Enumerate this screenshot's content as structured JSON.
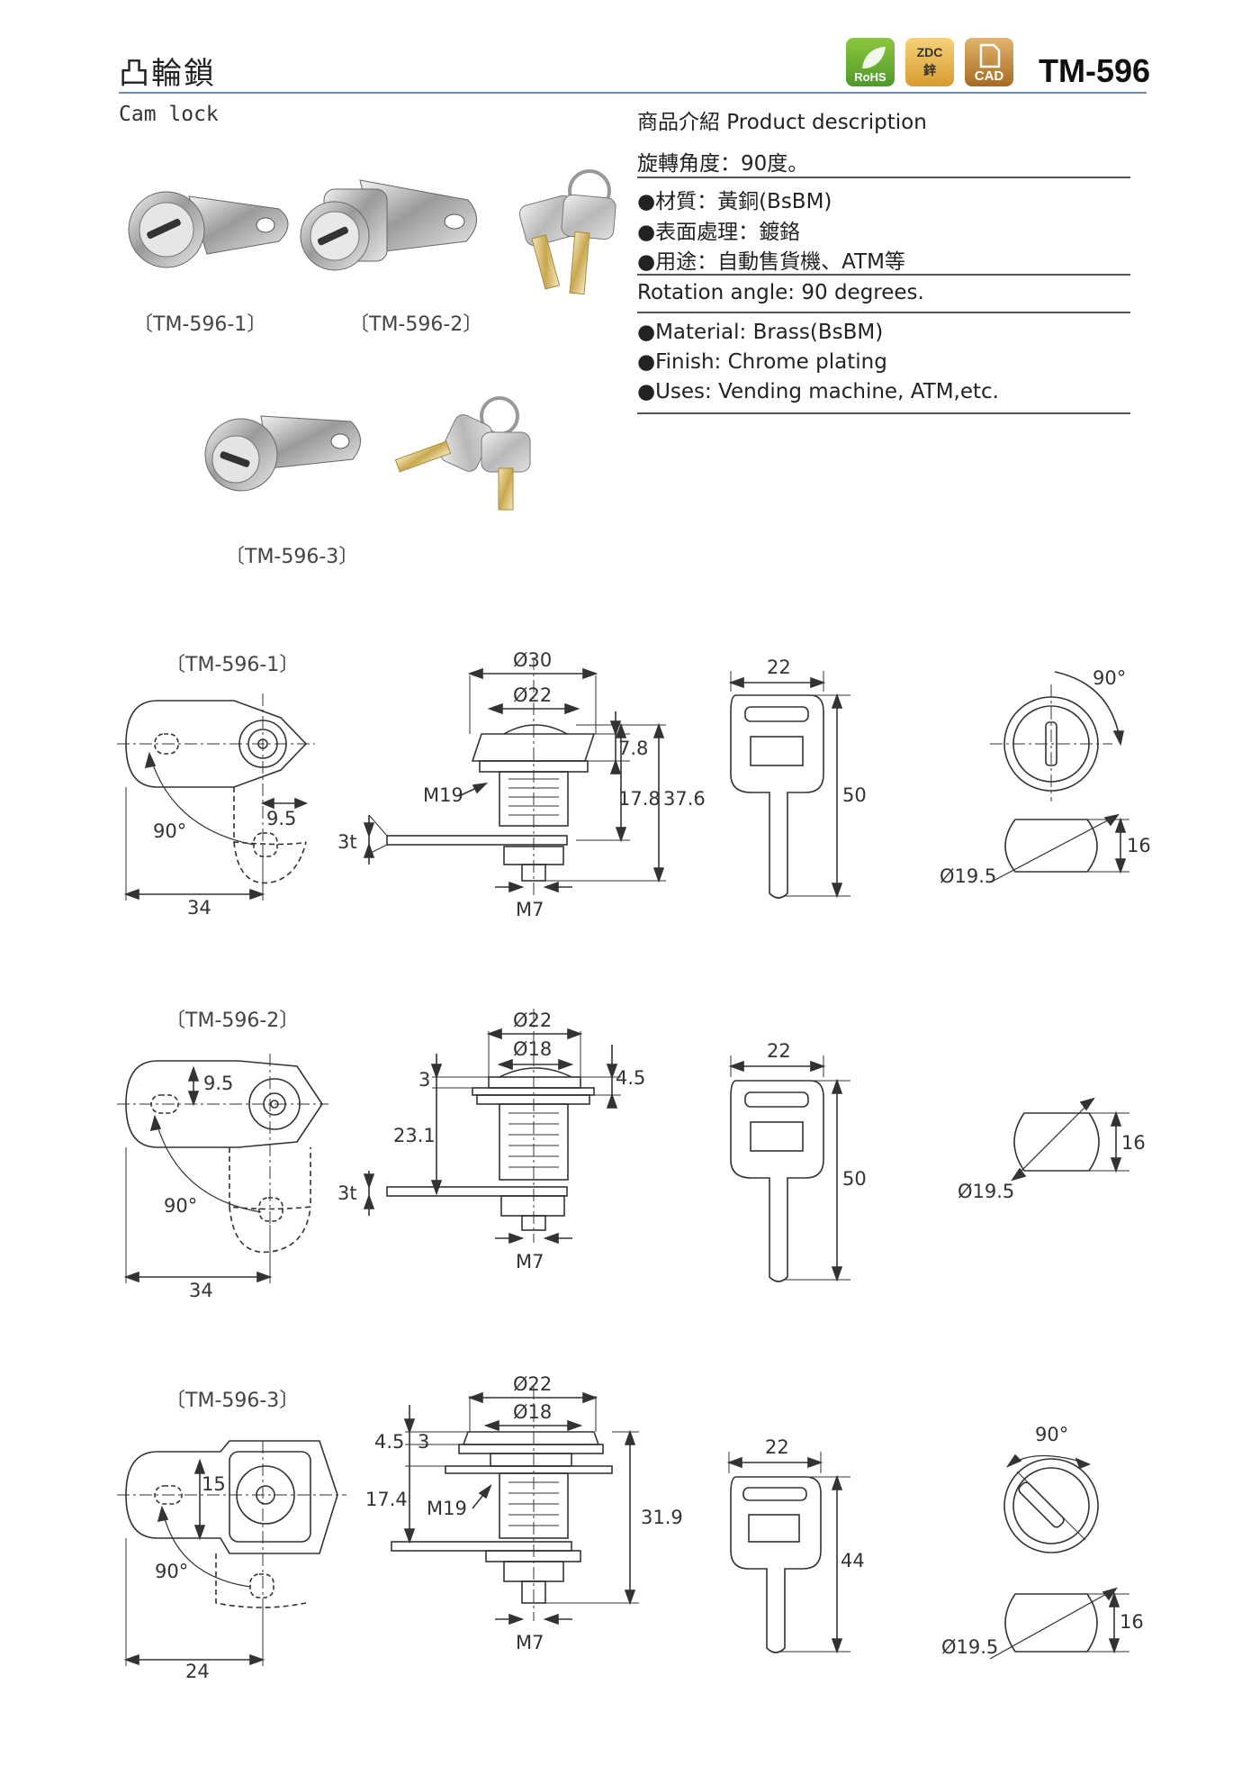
{
  "header": {
    "title_zh": "凸輪鎖",
    "title_en": "Cam lock",
    "model": "TM-596",
    "badges": {
      "rohs": "RoHS",
      "zdc_top": "ZDC",
      "zdc_bottom": "鋅",
      "cad": "CAD"
    }
  },
  "description": {
    "heading": "商品介紹 Product description",
    "rotation_zh": "旋轉角度：90度。",
    "material_zh": "●材質：黃銅(BsBM)",
    "finish_zh": "●表面處理：鍍鉻",
    "uses_zh": "●用途：自動售貨機、ATM等",
    "rotation_en": "Rotation angle: 90 degrees.",
    "material_en": "●Material: Brass(BsBM)",
    "finish_en": "●Finish: Chrome plating",
    "uses_en": "●Uses: Vending machine, ATM,etc."
  },
  "photos": {
    "label_1": "〔TM-596-1〕",
    "label_2": "〔TM-596-2〕",
    "label_3": "〔TM-596-3〕"
  },
  "drawings": {
    "row1": {
      "label": "〔TM-596-1〕",
      "angle": "90°",
      "d95": "9.5",
      "w34": "34",
      "t3": "3t",
      "m19": "M19",
      "m7": "M7",
      "d30": "Ø30",
      "d22": "Ø22",
      "h78": "7.8",
      "h178": "17.8",
      "h376": "37.6",
      "key_w": "22",
      "key_h": "50",
      "rot": "90°",
      "dia": "Ø19.5",
      "flat": "16"
    },
    "row2": {
      "label": "〔TM-596-2〕",
      "angle": "90°",
      "d95": "9.5",
      "w34": "34",
      "t3": "3t",
      "m7": "M7",
      "d22": "Ø22",
      "d18": "Ø18",
      "h3": "3",
      "h45": "4.5",
      "h231": "23.1",
      "key_w": "22",
      "key_h": "50",
      "dia": "Ø19.5",
      "flat": "16"
    },
    "row3": {
      "label": "〔TM-596-3〕",
      "angle": "90°",
      "d15": "15",
      "w24": "24",
      "m19": "M19",
      "m7": "M7",
      "d22": "Ø22",
      "d18": "Ø18",
      "h45": "4.5",
      "h3": "3",
      "h174": "17.4",
      "h319": "31.9",
      "key_w": "22",
      "key_h": "44",
      "rot": "90°",
      "dia": "Ø19.5",
      "flat": "16"
    }
  }
}
